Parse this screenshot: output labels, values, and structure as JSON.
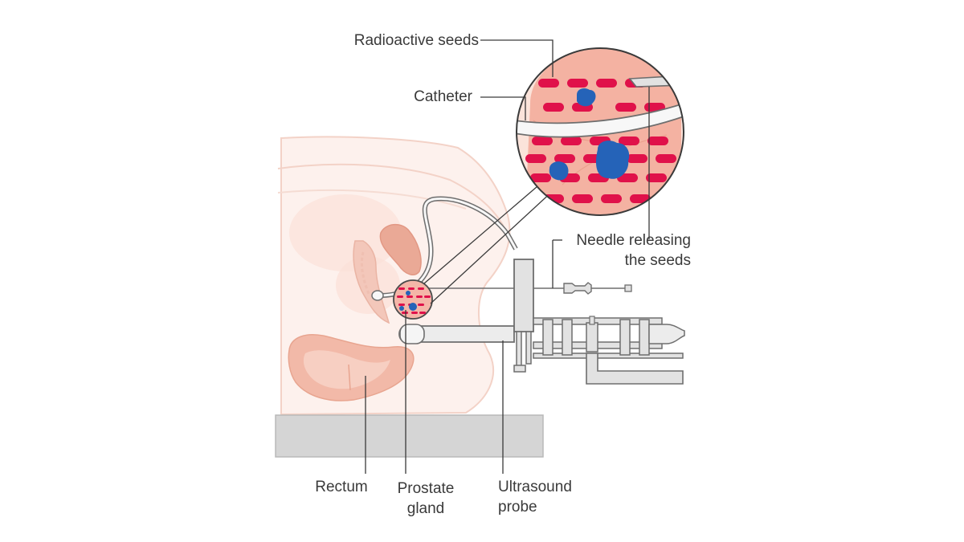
{
  "labels": {
    "radioactive_seeds": "Radioactive seeds",
    "catheter": "Catheter",
    "needle_line1": "Needle releasing",
    "needle_line2": "the seeds",
    "rectum": "Rectum",
    "prostate_line1": "Prostate",
    "prostate_line2": "gland",
    "ultrasound_line1": "Ultrasound",
    "ultrasound_line2": "probe"
  },
  "colors": {
    "body_outline": "#f1c9bd",
    "body_fill": "#fbe9e3",
    "organ_fill": "#f2b7a6",
    "organ_dark": "#e8a08c",
    "prostate_fill": "#f4b6a8",
    "seed": "#e0114a",
    "tumor": "#2563b8",
    "equipment_fill": "#e2e2e2",
    "equipment_stroke": "#6e6e6e",
    "table": "#d5d5d5",
    "leader": "#3a3a3a"
  }
}
